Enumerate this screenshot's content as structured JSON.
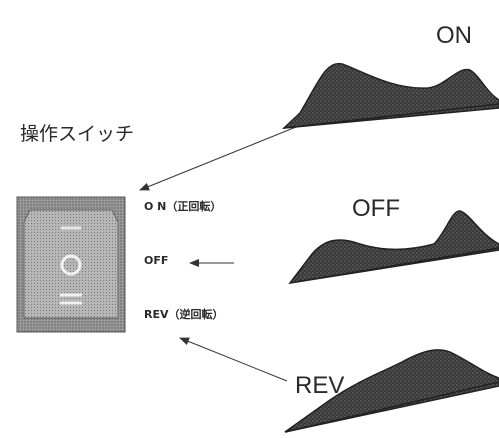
{
  "diagram": {
    "title": "操作スイッチ",
    "switch_labels": {
      "on": "O N（正回転）",
      "off": "OFF",
      "rev": "REV（逆回転）"
    },
    "positions": {
      "on": "ON",
      "off": "OFF",
      "rev": "REV"
    }
  }
}
